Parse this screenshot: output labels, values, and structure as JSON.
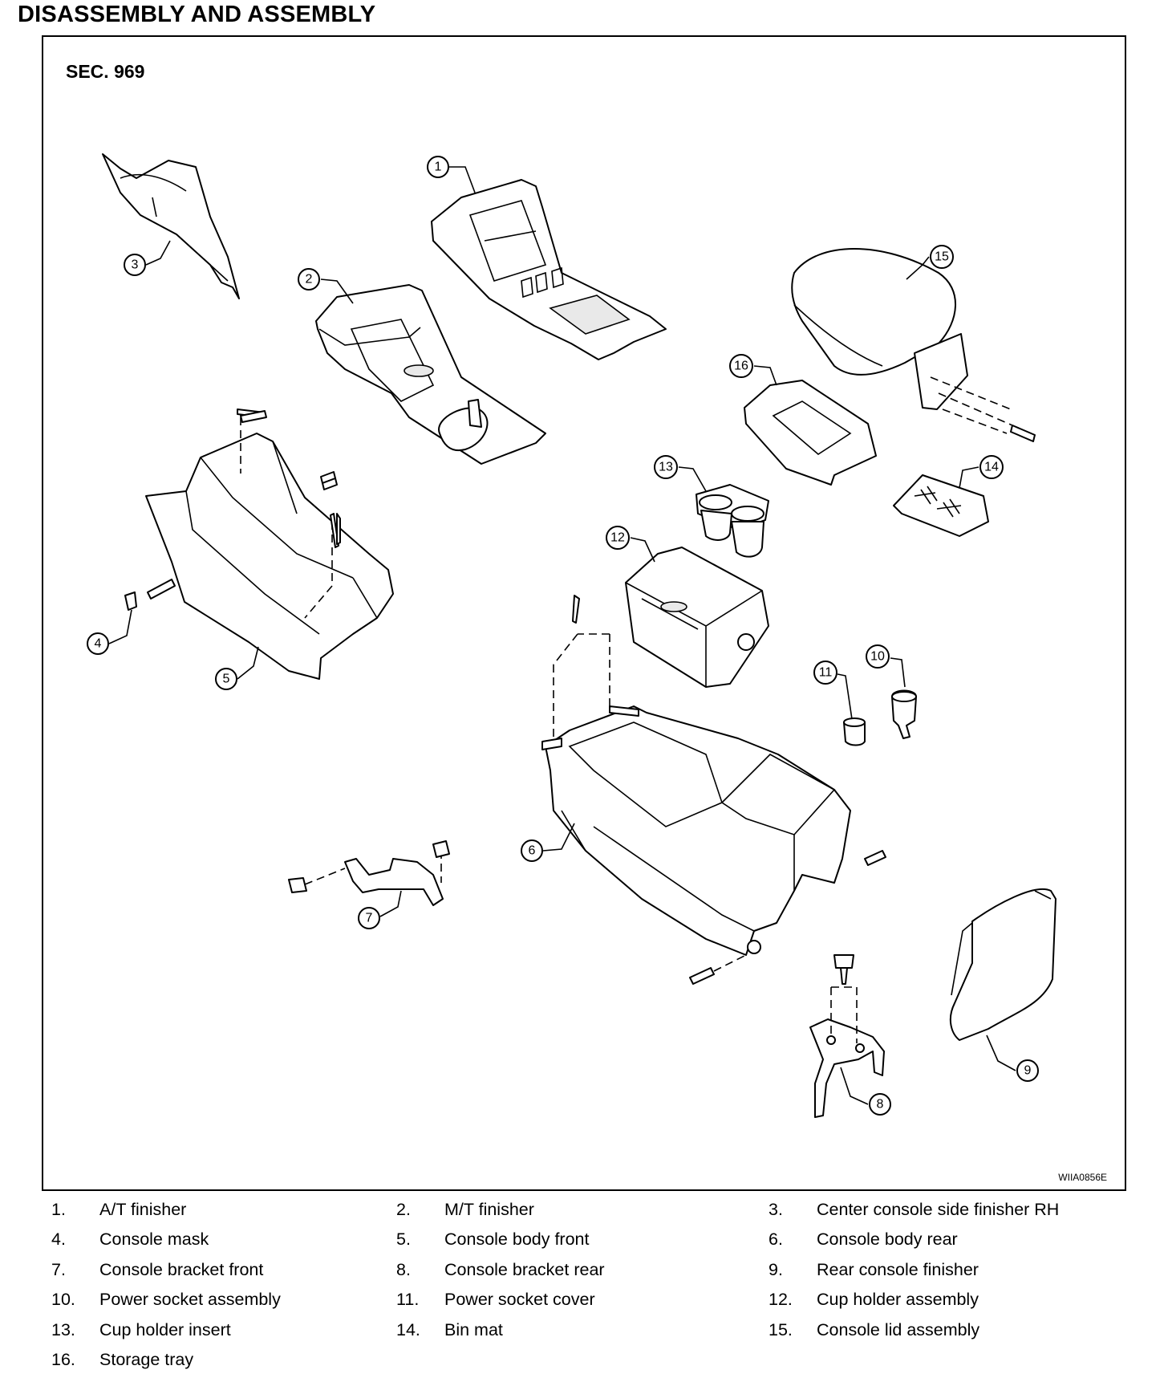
{
  "title": "DISASSEMBLY AND ASSEMBLY",
  "section": "SEC. 969",
  "figure_code": "WIIA0856E",
  "callouts": [
    "1",
    "2",
    "3",
    "4",
    "5",
    "6",
    "7",
    "8",
    "9",
    "10",
    "11",
    "12",
    "13",
    "14",
    "15",
    "16"
  ],
  "legend": [
    {
      "num": "1.",
      "label": "A/T finisher"
    },
    {
      "num": "2.",
      "label": "M/T finisher"
    },
    {
      "num": "3.",
      "label": "Center console side finisher RH"
    },
    {
      "num": "4.",
      "label": "Console mask"
    },
    {
      "num": "5.",
      "label": "Console body front"
    },
    {
      "num": "6.",
      "label": "Console body rear"
    },
    {
      "num": "7.",
      "label": "Console bracket front"
    },
    {
      "num": "8.",
      "label": "Console bracket rear"
    },
    {
      "num": "9.",
      "label": "Rear console finisher"
    },
    {
      "num": "10.",
      "label": "Power socket assembly"
    },
    {
      "num": "11.",
      "label": "Power socket cover"
    },
    {
      "num": "12.",
      "label": "Cup holder assembly"
    },
    {
      "num": "13.",
      "label": "Cup holder insert"
    },
    {
      "num": "14.",
      "label": "Bin mat"
    },
    {
      "num": "15.",
      "label": "Console lid assembly"
    },
    {
      "num": "16.",
      "label": "Storage tray"
    }
  ]
}
